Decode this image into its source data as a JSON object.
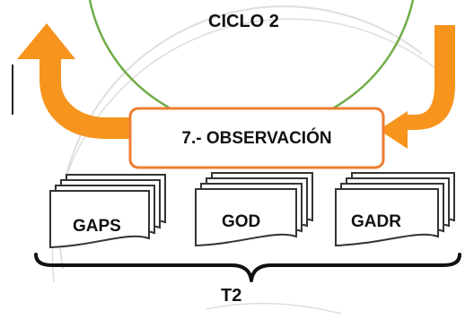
{
  "cycle": {
    "title": "CICLO 2"
  },
  "observation": {
    "label": "7.- OBSERVACIÓN"
  },
  "documents": [
    {
      "id": "gaps",
      "label": "GAPS"
    },
    {
      "id": "god",
      "label": "GOD"
    },
    {
      "id": "gadr",
      "label": "GADR"
    }
  ],
  "brace": {
    "label": "T2"
  },
  "colors": {
    "arrow": "#F7941D",
    "cycle_line": "#70AD47",
    "box_border": "#ED7D31",
    "watermark": "#d9d9d9",
    "text": "#111111"
  }
}
